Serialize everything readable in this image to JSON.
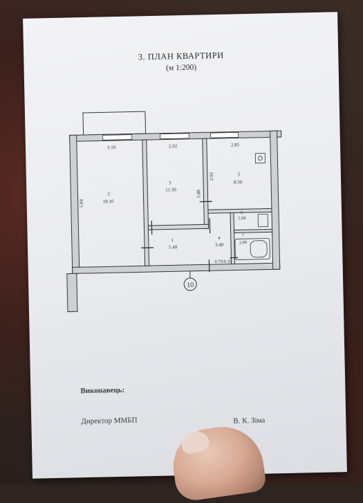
{
  "document": {
    "title": "3. ПЛАН КВАРТИРИ",
    "scale": "(м 1:200)",
    "executor_label": "Виконавець:",
    "director_label": "Директор ММБП",
    "signer_name": "В. К. Зіма"
  },
  "plan": {
    "room_1": {
      "number": "2",
      "area": "18.10"
    },
    "room_2": {
      "number": "3",
      "area": "11.30"
    },
    "room_3": {
      "number": "5",
      "area": "8.50"
    },
    "room_4": {
      "number": "1",
      "area": "5.40"
    },
    "room_5": {
      "number": "4",
      "area": "3.40"
    },
    "room_6": {
      "number": "6",
      "area": "1.00"
    },
    "room_7": {
      "number": "7",
      "area": "2.00"
    },
    "dim_top_1": "3.10",
    "dim_top_2": "2.92",
    "dim_top_3": "2.85",
    "dim_left": "5.84",
    "dim_mid": "5.88",
    "dim_kitchen": "2.92",
    "dim_bottom": "0.70/0.10",
    "axis_marker": "10"
  }
}
